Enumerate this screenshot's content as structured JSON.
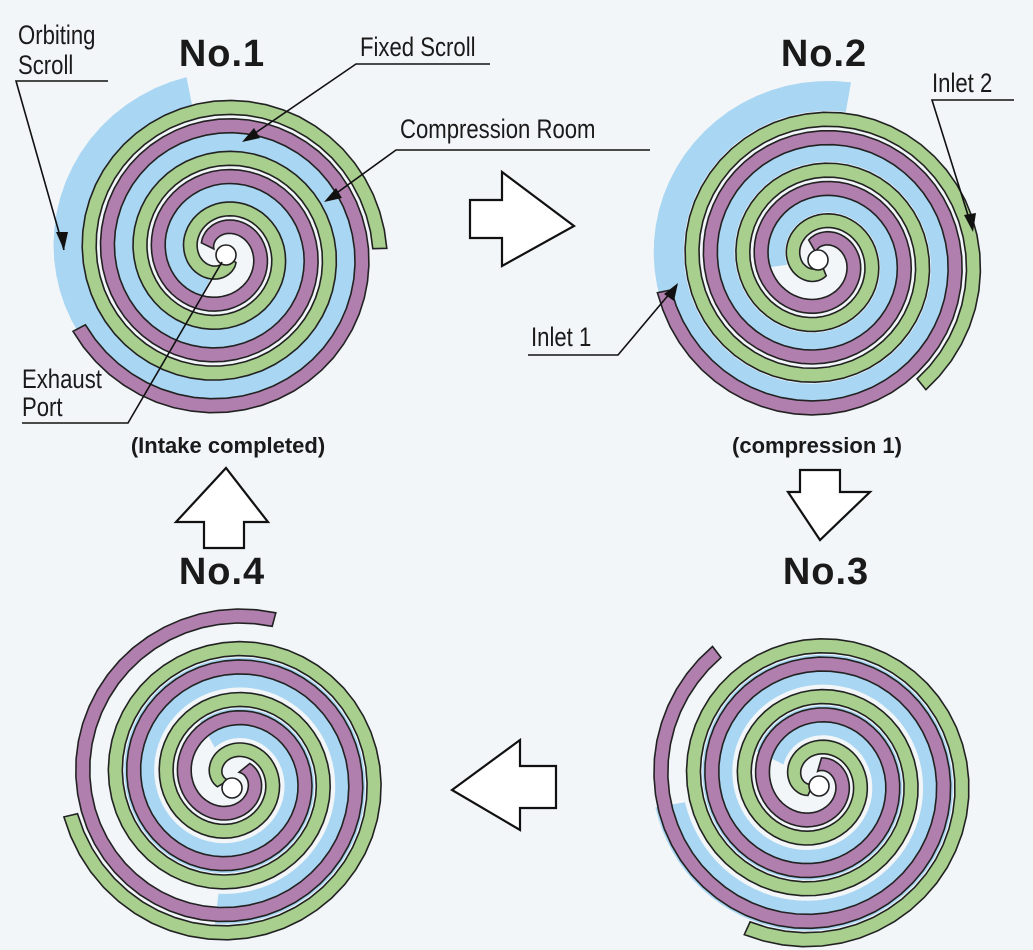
{
  "colors": {
    "background": "#f2f6f9",
    "orbiting_scroll": "#b07fae",
    "fixed_scroll": "#a8cf8d",
    "compression_room": "#a9d6f2",
    "outline": "#222222"
  },
  "stages": [
    {
      "id": "no1",
      "title": "No.1",
      "caption": "(Intake completed)"
    },
    {
      "id": "no2",
      "title": "No.2",
      "caption": "(compression 1)"
    },
    {
      "id": "no3",
      "title": "No.3",
      "caption": ""
    },
    {
      "id": "no4",
      "title": "No.4",
      "caption": ""
    }
  ],
  "callouts": {
    "orbiting_scroll_line1": "Orbiting",
    "orbiting_scroll_line2": "Scroll",
    "fixed_scroll": "Fixed Scroll",
    "compression_room": "Compression Room",
    "exhaust_port_line1": "Exhaust",
    "exhaust_port_line2": "Port",
    "inlet1": "Inlet 1",
    "inlet2": "Inlet 2"
  },
  "cycle_arrows": [
    {
      "from": "No.1",
      "to": "No.2",
      "direction": "right"
    },
    {
      "from": "No.2",
      "to": "No.3",
      "direction": "down"
    },
    {
      "from": "No.3",
      "to": "No.4",
      "direction": "left"
    },
    {
      "from": "No.4",
      "to": "No.1",
      "direction": "up"
    }
  ]
}
